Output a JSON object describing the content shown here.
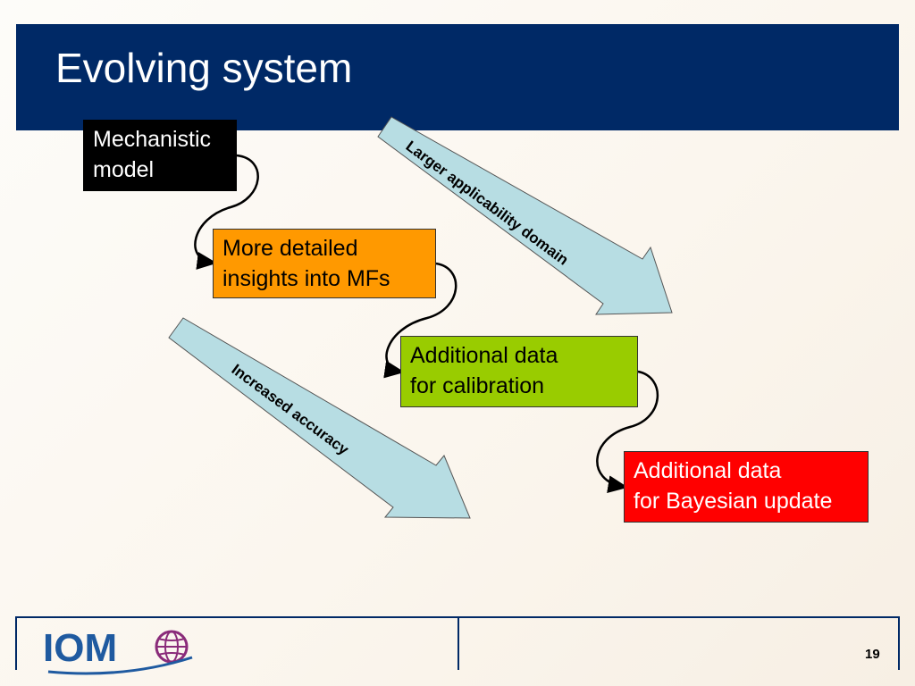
{
  "slide": {
    "title": "Evolving system",
    "page_number": "19"
  },
  "boxes": [
    {
      "lines": [
        "Mechanistic",
        "model"
      ],
      "color": "#000000"
    },
    {
      "lines": [
        "More detailed",
        "insights into MFs"
      ],
      "color": "#ff9900"
    },
    {
      "lines": [
        "Additional data",
        "for calibration"
      ],
      "color": "#99cc00"
    },
    {
      "lines": [
        "Additional data",
        "for Bayesian update"
      ],
      "color": "#ff0000"
    }
  ],
  "arrows": {
    "upper_label": "Larger applicability domain",
    "lower_label": "Increased accuracy",
    "fill": "#b7dde3"
  },
  "footer": {
    "logo_text": "IOM",
    "logo_icon": "globe-icon"
  }
}
